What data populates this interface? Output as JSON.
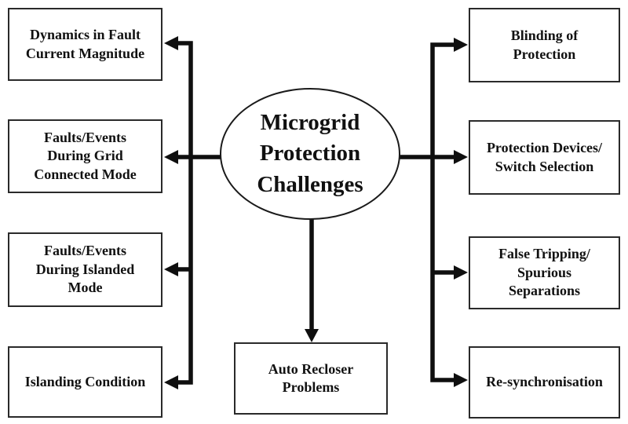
{
  "diagram": {
    "title": "Microgrid Protection Challenges diagram",
    "center_node": {
      "label": "Microgrid\nProtection\nChallenges"
    },
    "left_nodes": [
      {
        "label": "Dynamics in Fault\nCurrent Magnitude"
      },
      {
        "label": "Faults/Events\nDuring Grid\nConnected Mode"
      },
      {
        "label": "Faults/Events\nDuring Islanded\nMode"
      },
      {
        "label": "Islanding Condition"
      }
    ],
    "right_nodes": [
      {
        "label": "Blinding of\nProtection"
      },
      {
        "label": "Protection Devices/\nSwitch Selection"
      },
      {
        "label": "False Tripping/\nSpurious\nSeparations"
      },
      {
        "label": "Re-synchronisation"
      }
    ],
    "bottom_node": {
      "label": "Auto Recloser\nProblems"
    },
    "colors": {
      "background": "#ffffff",
      "line": "#0f0f0f",
      "box_border": "#2a2a2a",
      "text": "#111111"
    }
  }
}
